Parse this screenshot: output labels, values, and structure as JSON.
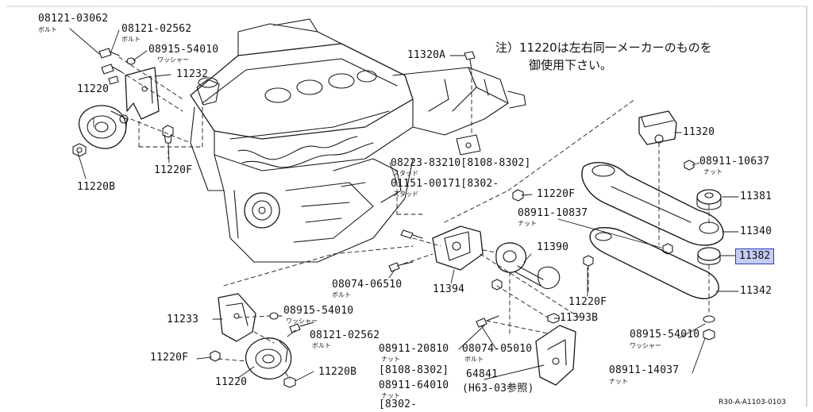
{
  "note": {
    "line1": "注）11220は左右同一メーカーのものを",
    "line2": "御使用下さい。"
  },
  "highlight": {
    "fill": "#c5cbf2",
    "border": "#2a3fb5"
  },
  "labels": {
    "p08121_03062": "08121-03062",
    "p08121_03062_sub": "ボルト",
    "p08121_02562_top": "08121-02562",
    "p08121_02562_top_sub": "ボルト",
    "p08915_54010_top": "08915-54010",
    "p08915_54010_top_sub": "ワッシャー",
    "p11232": "11232",
    "p11220_top": "11220",
    "p11220B_top": "11220B",
    "p11220F_top": "11220F",
    "p11320A": "11320A",
    "p08223_83210": "08223-83210[8108-8302]",
    "p08223_83210_sub": "スタッド",
    "p01151_00171": "01151-00171[8302-",
    "p01151_00171_sub": "スタッド",
    "p11220F_mid": "11220F",
    "p08911_10837_mid": "08911-10837",
    "p08911_10837_mid_sub": "ナット",
    "p11390": "11390",
    "p11394": "11394",
    "p08074_06510": "08074-06510",
    "p08074_06510_sub": "ボルト",
    "p11320": "11320",
    "p08911_10637": "08911-10637",
    "p08911_10637_sub": "ナット",
    "p11381": "11381",
    "p11340": "11340",
    "p11382": "11382",
    "p11342": "11342",
    "p11220F_right": "11220F",
    "p11393B": "11393B",
    "p08915_54010_right": "08915-54010",
    "p08915_54010_right_sub": "ワッシャー",
    "p08911_14037": "08911-14037",
    "p08911_14037_sub": "ナット",
    "p11233": "11233",
    "p08915_54010_bot": "08915-54010",
    "p08915_54010_bot_sub": "ワッシャー",
    "p08121_02562_bot": "08121-02562",
    "p08121_02562_bot_sub": "ボルト",
    "p11220F_bot": "11220F",
    "p11220_bot": "11220",
    "p11220B_bot": "11220B",
    "p08911_20810": "08911-20810",
    "p08911_20810_sub": "ナット",
    "p8108_8302": "[8108-8302]",
    "p08911_64010": "08911-64010",
    "p08911_64010_sub": "ナット",
    "p8302_bot": "[8302-",
    "p08074_05010": "08074-05010",
    "p08074_05010_sub": "ボルト",
    "p64841": "64841",
    "pH63": "(H63-03参照)"
  },
  "ref_code": "R30-A-A1103-0103"
}
